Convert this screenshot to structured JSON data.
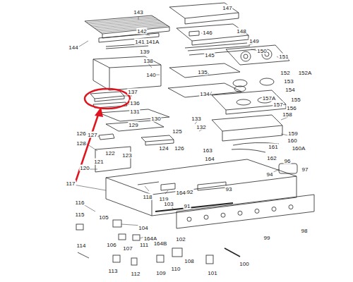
{
  "diagram": {
    "labels": [
      "143",
      "147",
      "142",
      "146",
      "144",
      "141",
      "141A",
      "148",
      "145",
      "149",
      "139",
      "150",
      "151",
      "138",
      "152",
      "152A",
      "140",
      "135",
      "153",
      "154",
      "155",
      "137",
      "157A",
      "157",
      "134",
      "136",
      "156",
      "131",
      "130",
      "158",
      "133",
      "129",
      "132",
      "159",
      "126",
      "127",
      "125",
      "124",
      "128",
      "160",
      "160A",
      "126",
      "163",
      "164",
      "161",
      "162",
      "123",
      "122",
      "121",
      "96",
      "97",
      "120",
      "94",
      "117",
      "118",
      "119",
      "164C",
      "92",
      "93",
      "116",
      "103",
      "91",
      "115",
      "105",
      "104",
      "164A",
      "102",
      "99",
      "98",
      "106",
      "107",
      "111",
      "164B",
      "114",
      "113",
      "112",
      "109",
      "110",
      "108",
      "101",
      "100"
    ]
  }
}
